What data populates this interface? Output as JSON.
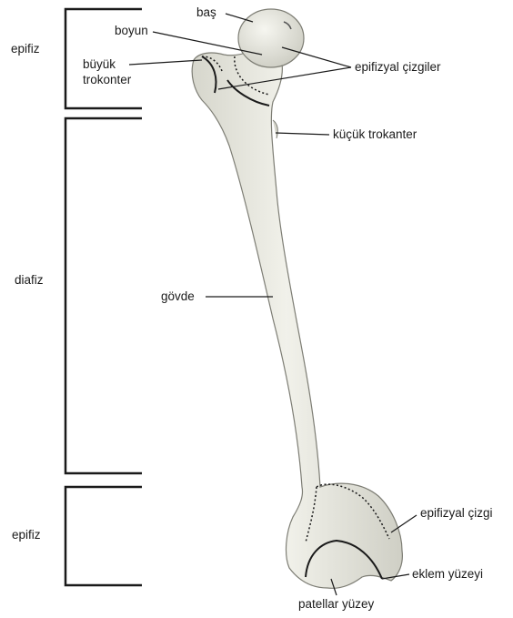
{
  "labels": {
    "head": "baş",
    "neck": "boyun",
    "greater_trochanter": [
      "büyük",
      "trokonter"
    ],
    "epiphyseal_lines": "epifizyal çizgiler",
    "lesser_trochanter": "küçük trokanter",
    "shaft": "gövde",
    "epiphyseal_line": "epifizyal çizgi",
    "articular_surface": "eklem yüzeyi",
    "patellar_surface": "patellar yüzey"
  },
  "regions": {
    "proximal": "epifiz",
    "middle": "diafiz",
    "distal": "epifiz"
  },
  "colors": {
    "bone_fill": "#eeeee6",
    "bone_shade": "#d9d9cf",
    "line": "#1a1a1a"
  }
}
